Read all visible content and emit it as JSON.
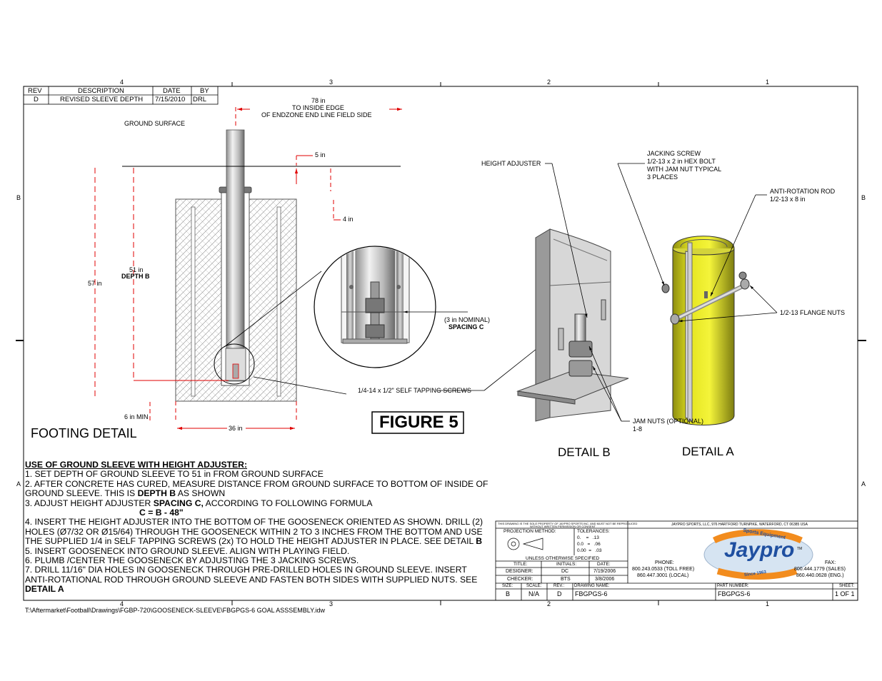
{
  "zones": {
    "top": [
      "4",
      "3",
      "2",
      "1"
    ],
    "bottom": [
      "4",
      "3",
      "2",
      "1"
    ],
    "left": [
      "B",
      "A"
    ],
    "right": [
      "B",
      "A"
    ]
  },
  "revision_block": {
    "headers": [
      "REV",
      "DESCRIPTION",
      "DATE",
      "BY"
    ],
    "row": [
      "D",
      "REVISED SLEEVE DEPTH",
      "7/15/2010",
      "DRL"
    ]
  },
  "footing": {
    "dim_78_line1": "78 in",
    "dim_78_line2": "TO INSIDE EDGE",
    "dim_78_line3": "OF ENDZONE END LINE FIELD SIDE",
    "ground_surface": "GROUND SURFACE",
    "dim_5": "5 in",
    "dim_4": "4 in",
    "dim_51": "51 in",
    "depth_b": "DEPTH B",
    "dim_57": "57 in",
    "dim_6min": "6 in MIN",
    "dim_36": "36 in",
    "title": "FOOTING DETAIL"
  },
  "detail_b_circle": {
    "spacing_line1": "(3 in NOMINAL)",
    "spacing_line2": "SPACING C",
    "screws": "1/4-14 x 1/2\" SELF TAPPING SCREWS"
  },
  "figure_label": "FIGURE 5",
  "callouts": {
    "height_adjuster": "HEIGHT ADJUSTER",
    "jacking_1": "JACKING SCREW",
    "jacking_2": "1/2-13 x 2 in HEX BOLT",
    "jacking_3": "WITH JAM NUT TYPICAL",
    "jacking_4": "3 PLACES",
    "antirot_1": "ANTI-ROTATION ROD",
    "antirot_2": "1/2-13 x 8 in",
    "flange_nuts": "1/2-13 FLANGE NUTS",
    "jam_nuts_1": "JAM NUTS (OPTIONAL)",
    "jam_nuts_2": "1-8"
  },
  "detail_b_title": "DETAIL  B",
  "detail_a_title": "DETAIL  A",
  "notes": {
    "heading": "USE OF GROUND SLEEVE WITH HEIGHT ADJUSTER:",
    "l1": "1. SET DEPTH OF GROUND SLEEVE TO 51 in FROM GROUND SURFACE",
    "l2": "2. AFTER CONCRETE HAS CURED, MEASURE DISTANCE FROM GROUND SURFACE TO BOTTOM OF INSIDE OF",
    "l3a": "GROUND SLEEVE.  THIS IS ",
    "l3b": "DEPTH B",
    "l3c": " AS SHOWN",
    "l4a": "3. ADJUST HEIGHT ADJUSTER ",
    "l4b": "SPACING C,",
    "l4c": " ACCORDING TO FOLLOWING FORMULA",
    "formula": "C = B - 48\"",
    "l5": "4. INSERT THE HEIGHT ADJUSTER INTO THE BOTTOM OF THE GOOSENECK ORIENTED AS SHOWN.  DRILL (2)",
    "l6": "HOLES (Ø7/32 OR Ø15/64) THROUGH THE GOOSENECK WITHIN 2 TO 3 INCHES FROM THE BOTTOM AND USE",
    "l7a": "THE SUPPLIED 1/4 in SELF TAPPING SCREWS (2x) TO HOLD THE HEIGHT ADJUSTER IN PLACE. SEE DETAIL ",
    "l7b": "B",
    "l8": "5. INSERT GOOSENECK INTO GROUND SLEEVE. ALIGN WITH PLAYING FIELD.",
    "l9": "6. PLUMB /CENTER THE GOOSENECK BY ADJUSTING THE 3 JACKING SCREWS.",
    "l10": "7. DRILL 11/16\" DIA HOLES IN GOOSENECK THROUGH PRE-DRILLED HOLES IN GROUND SLEEVE.  INSERT",
    "l11": "ANTI-ROTATIONAL ROD THROUGH GROUND SLEEVE AND FASTEN BOTH SIDES WITH SUPPLIED NUTS. SEE",
    "l12": "DETAIL A"
  },
  "title_block": {
    "proprietary_1": "THIS DRAWING IS THE SOLE PROPERTY OF JAYPRO SPORTS INC. AND MUST NOT BE REPRODUCED",
    "proprietary_2": "WITHOUT WRITTEN PERMISSION OR CONSENT",
    "projection_method": "PROJECTION METHOD:",
    "tolerances": "TOLERANCES:",
    "tol_1": "0.    =   .13",
    "tol_2": "0.0   =   .06",
    "tol_3": "0.00  =   .03",
    "unless": "UNLESS OTHERWISE SPECIFIED",
    "h_title": "TITLE:",
    "h_initials": "INITIALS:",
    "h_date": "DATE:",
    "designer": "DESIGNER:",
    "designer_initials": "DC",
    "designer_date": "7/19/2006",
    "checker": "CHECKER:",
    "checker_initials": "BTS",
    "checker_date": "3/8/2006",
    "h_size": "SIZE:",
    "h_scale": "SCALE:",
    "h_rev": "REV.:",
    "h_drawing_name": "DRAWING NAME:",
    "size": "B",
    "scale": "N/A",
    "rev": "D",
    "drawing_name": "FBGPGS-6",
    "company": "JAYPRO SPORTS, LLC, 976 HARTFORD TURNPIKE, WATERFORD, CT 06385 USA",
    "phone_label": "PHONE:",
    "phone_1": "800.243.0533 (TOLL FREE)",
    "phone_2": "860.447.3001 (LOCAL)",
    "fax_label": "FAX:",
    "fax_1": "800.444.1779 (SALES)",
    "fax_2": "860.440.0628 (ENG.)",
    "logo_top": "Sports Equipment",
    "logo_main": "Jaypro",
    "logo_bottom": "Since 1963",
    "logo_tm": "TM",
    "h_part_number": "PART NUMBER:",
    "part_number": "FBGPGS-6",
    "h_sheet": "SHEET:",
    "sheet": "1 OF 1"
  },
  "file_path": "T:\\Aftermarket\\Football\\Drawings\\FGBP-720\\GOOSENECK-SLEEVE\\FBGPGS-6 GOAL ASSSEMBLY.idw"
}
